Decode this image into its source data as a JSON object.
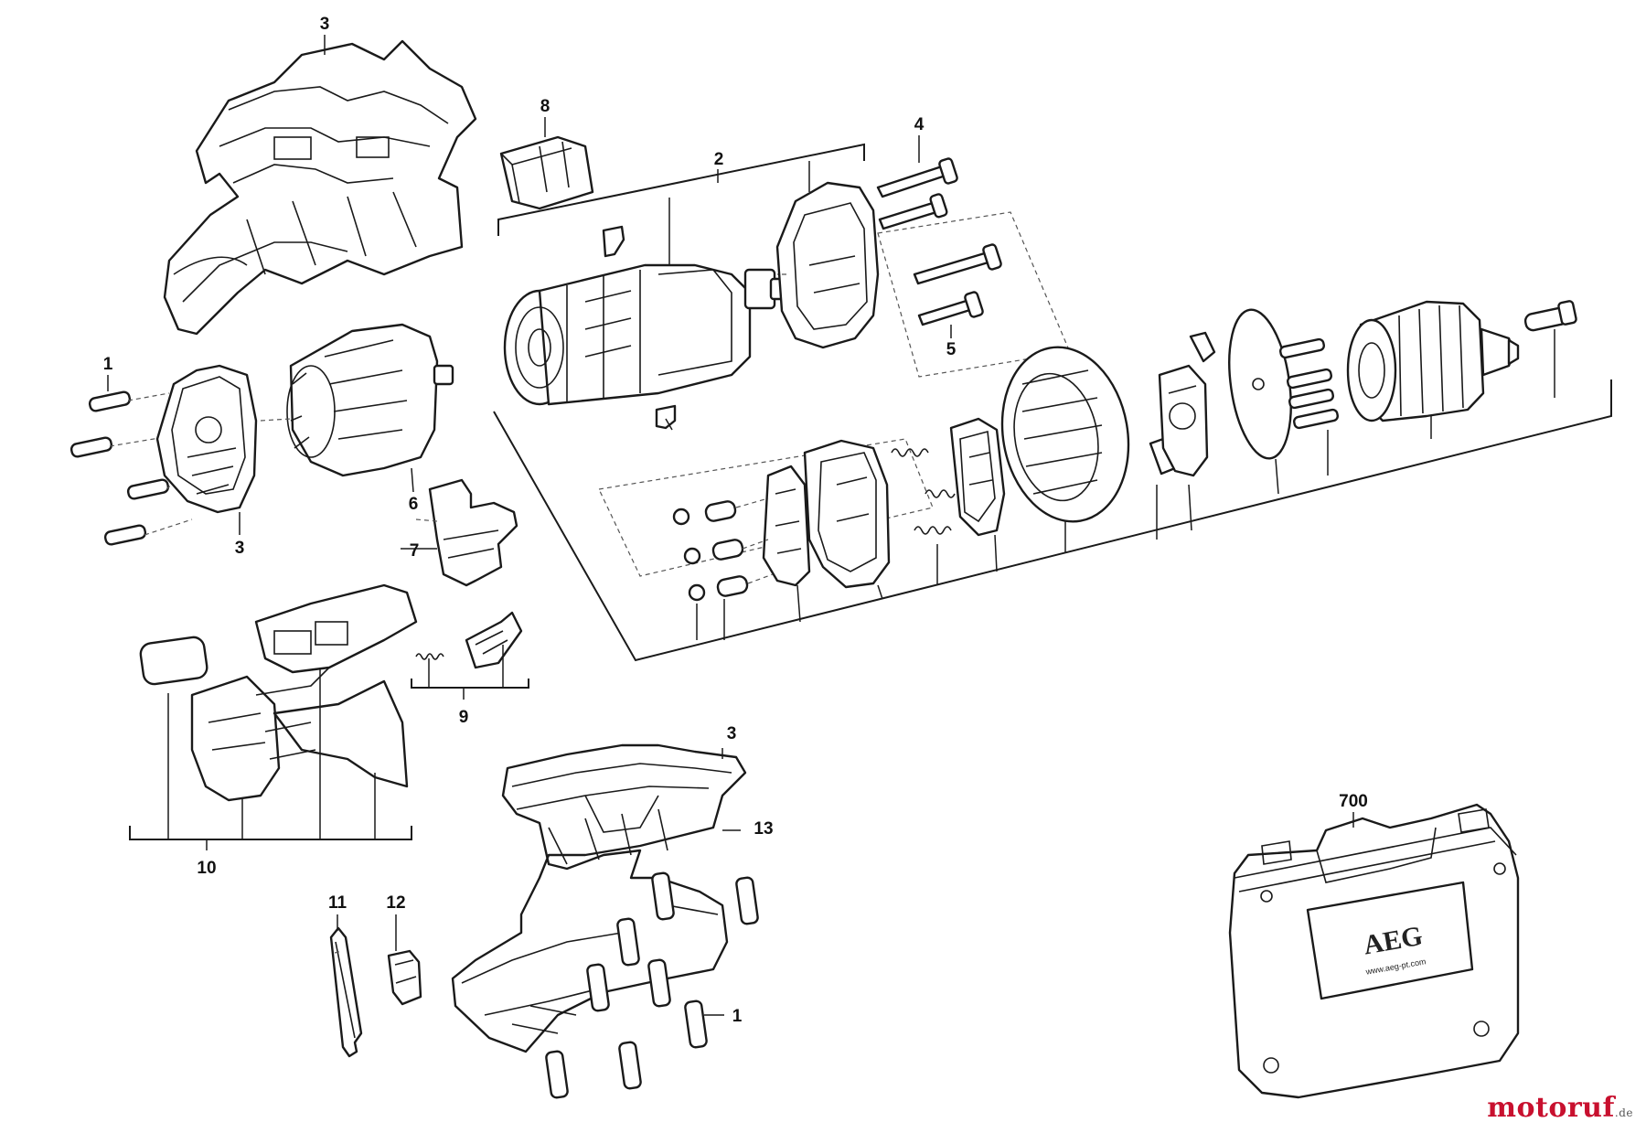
{
  "labels": {
    "housing_top": "3",
    "motor_unit": "2",
    "gear_holder": "8",
    "screws_long": "4",
    "screws_short": "5",
    "screws_left": "1",
    "housing_cover_left": "3",
    "gearbox": "6",
    "switch_lever": "7",
    "spring_clip": "9",
    "switch_assembly": "10",
    "bit": "11",
    "bit_holder": "12",
    "housing_half": "3",
    "housing_bottom": "13",
    "screws_bottom": "1",
    "carry_case": "700"
  },
  "case": {
    "logo": "AEG",
    "url": "www.aeg-pt.com"
  },
  "watermark": {
    "main": "motoruf",
    "suffix": ".de"
  },
  "colors": {
    "line": "#1a1a1a",
    "watermark_red": "#c8102e",
    "watermark_gray": "#555555"
  }
}
